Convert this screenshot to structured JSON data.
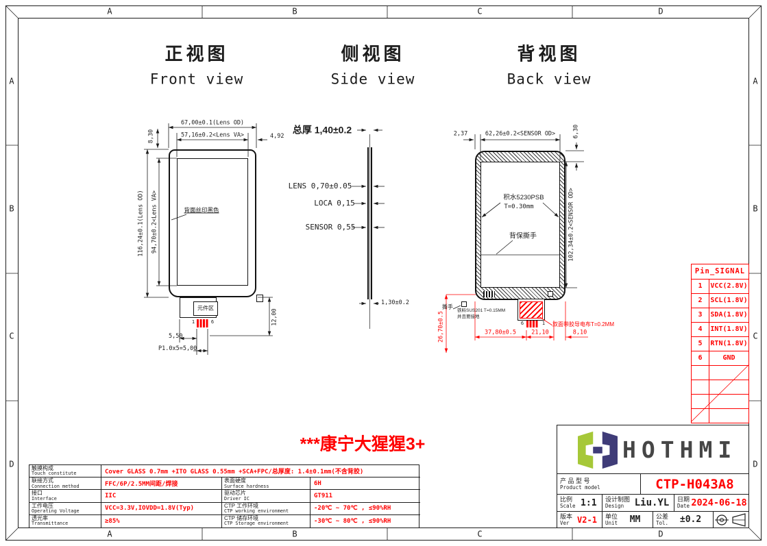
{
  "frame": {
    "zones_top": [
      "A",
      "B",
      "C",
      "D"
    ],
    "zones_bottom": [
      "A",
      "B",
      "C",
      "D"
    ],
    "zones_left": [
      "A",
      "B",
      "C",
      "D"
    ],
    "zones_right": [
      "A",
      "B",
      "C",
      "D"
    ]
  },
  "views": {
    "front": {
      "title_zh": "正视图",
      "title_en": "Front view",
      "dim_lens_od_w": "67,00±0.1(Lens OD)",
      "dim_lens_va_w": "57,16±0.2<Lens VA>",
      "dim_edge_top": "8,30",
      "dim_edge_right": "4,92",
      "dim_lens_od_h": "116,24±0.1(Lens OD)",
      "dim_lens_va_h": "94,70±0.2<Lens VA>",
      "label_silkscreen": "背面丝印黑色",
      "label_component_area": "元件区",
      "pin_first": "1",
      "pin_last": "6",
      "dim_fpc_offset": "5,50",
      "dim_fpc_pitch": "P1.0x5=5,00",
      "dim_fpc_len": "12,00"
    },
    "side": {
      "title_zh": "侧视图",
      "title_en": "Side view",
      "dim_total": "总厚 1,40±0.2",
      "dim_lens": "LENS 0,70±0.05",
      "dim_loca": "LOCA 0,15",
      "dim_sensor": "SENSOR 0,55",
      "dim_tail": "1,30±0.2"
    },
    "back": {
      "title_zh": "背视图",
      "title_en": "Back view",
      "dim_edge_left": "2,37",
      "dim_sensor_od_w": "62,26±0.2<SENSOR OD>",
      "dim_edge_top": "6,30",
      "dim_sensor_od_h": "102,34±0.2<SENSOR OD>",
      "label_tape_1": "积水5230PSB",
      "label_tape_2": "T=0.30mm",
      "label_back_protect": "背保撕手",
      "label_tear": "撕手",
      "label_steel_1": "铁料SUS201 T=0.15MM",
      "label_steel_2": "并且要接地",
      "label_conductive": "双面带胶导电布T=0.2MM",
      "dim_fpc_left": "37,80±0.5",
      "dim_fpc_mid": "21,10",
      "dim_fpc_right": "8,10",
      "dim_fpc_drop": "26,70±0.5",
      "pin_first": "6",
      "pin_last": "1"
    }
  },
  "pin_table": {
    "header": "Pin_SIGNAL",
    "rows": [
      {
        "pin": "1",
        "signal": "VCC(2.8V)"
      },
      {
        "pin": "2",
        "signal": "SCL(1.8V)"
      },
      {
        "pin": "3",
        "signal": "SDA(1.8V)"
      },
      {
        "pin": "4",
        "signal": "INT(1.8V)"
      },
      {
        "pin": "5",
        "signal": "RTN(1.8V)"
      },
      {
        "pin": "6",
        "signal": "GND"
      },
      {
        "pin": "",
        "signal": ""
      },
      {
        "pin": "",
        "signal": ""
      },
      {
        "pin": "",
        "signal": ""
      },
      {
        "pin": "",
        "signal": ""
      }
    ]
  },
  "spec_table": {
    "rows": [
      {
        "label_zh": "触摸构成",
        "label_en": "Touch constitute",
        "value": "Cover GLASS 0.7mm +ITO GLASS 0.55mm +SCA+FPC/总厚度: 1.4±0.1mm(不含背胶)"
      },
      {
        "label_zh": "联接方式",
        "label_en": "Connection method",
        "value": "FFC/6P/2.5MM间距/焊接",
        "label2_zh": "表面硬度",
        "label2_en": "Surface hardness",
        "value2": "6H"
      },
      {
        "label_zh": "接口",
        "label_en": "Interface",
        "value": "IIC",
        "label2_zh": "驱动芯片",
        "label2_en": "Driver IC",
        "value2": "GT911"
      },
      {
        "label_zh": "工作电压",
        "label_en": "Operating Voltage",
        "value": "VCC=3.3V,IOVDD=1.8V(Typ)",
        "label2_zh": "CTP 工作环境",
        "label2_en": "CTP working environment",
        "value2": "-20℃ ~ 70℃ , ≤90%RH"
      },
      {
        "label_zh": "透光率",
        "label_en": "Transmittance",
        "value": "≥85%",
        "label2_zh": "CTP 储存环境",
        "label2_en": "CTP Storage environment",
        "value2": "-30℃ ~ 80℃ , ≤90%RH"
      }
    ]
  },
  "note_red": "***康宁大猩猩3+",
  "title_block": {
    "brand": "HOTHMI",
    "product_label_zh": "产 品 型 号",
    "product_label_en": "Product model",
    "product_model": "CTP-H043A8",
    "scale_zh": "比例",
    "scale_en": "Scale",
    "scale_value": "1:1",
    "design_zh": "设计制图",
    "design_en": "Design",
    "design_value": "Liu.YL",
    "date_zh": "日期",
    "date_en": "Date",
    "date_value": "2024-06-18",
    "ver_zh": "版本",
    "ver_en": "Ver",
    "ver_value": "V2-1",
    "unit_zh": "单位",
    "unit_en": "Unit",
    "unit_value": "MM",
    "tol_zh": "公差",
    "tol_en": "Tol.",
    "tol_value": "±0.2"
  },
  "colors": {
    "accent_red": "#ff0000",
    "line_black": "#1c1c1c",
    "logo_green": "#a6c838",
    "logo_navy": "#3f3c78"
  }
}
